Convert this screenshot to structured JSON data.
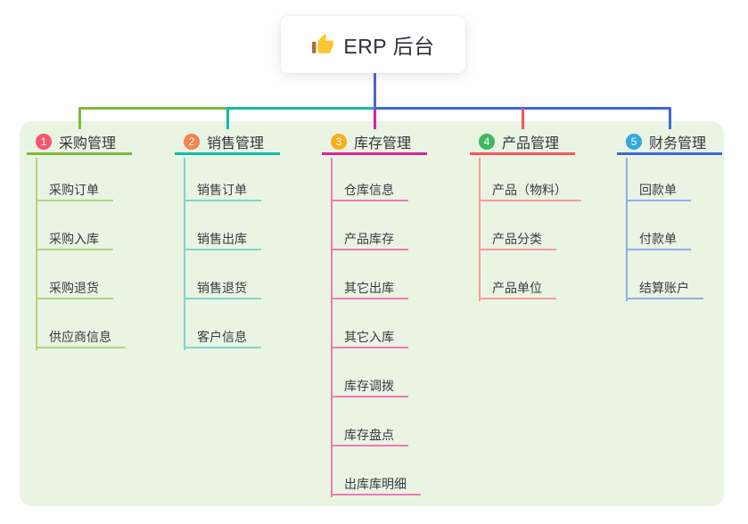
{
  "canvas": {
    "background": "#ffffff",
    "panel_background": "#e9f4e3"
  },
  "root": {
    "title": "ERP 后台",
    "icon": "thumbs-up",
    "icon_color": "#fcc632",
    "icon_sleeve_color": "#b06a34",
    "connector_color": "#5562d6"
  },
  "branches": [
    {
      "num": "1",
      "title": "采购管理",
      "badge_color": "#f4566c",
      "line_color": "#7cba3f",
      "child_line_color": "#afd685",
      "children": [
        "采购订单",
        "采购入库",
        "采购退货",
        "供应商信息"
      ]
    },
    {
      "num": "2",
      "title": "销售管理",
      "badge_color": "#f9824d",
      "line_color": "#13b8a6",
      "child_line_color": "#7cd6c8",
      "children": [
        "销售订单",
        "销售出库",
        "销售退货",
        "客户信息"
      ]
    },
    {
      "num": "3",
      "title": "库存管理",
      "badge_color": "#f9ae1d",
      "line_color": "#de219b",
      "child_line_color": "#ee79b7",
      "children": [
        "仓库信息",
        "产品库存",
        "其它出库",
        "其它入库",
        "库存调拨",
        "库存盘点",
        "出库库明细"
      ]
    },
    {
      "num": "4",
      "title": "产品管理",
      "badge_color": "#3cb960",
      "line_color": "#f8555d",
      "child_line_color": "#fa9b96",
      "children": [
        "产品（物料）",
        "产品分类",
        "产品单位"
      ]
    },
    {
      "num": "5",
      "title": "财务管理",
      "badge_color": "#2ea9e2",
      "line_color": "#3e68d8",
      "child_line_color": "#92ace8",
      "children": [
        "回款单",
        "付款单",
        "结算账户"
      ]
    }
  ]
}
